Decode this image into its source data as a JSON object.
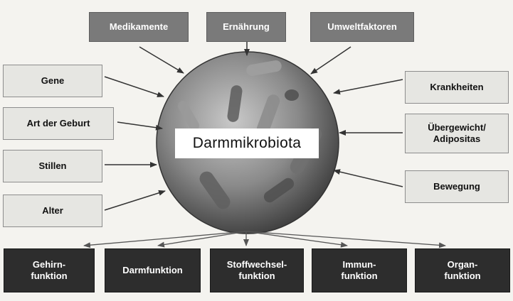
{
  "center": "Darmmikrobiota",
  "top_factors": [
    "Medikamente",
    "Ernährung",
    "Umweltfaktoren"
  ],
  "left_factors": [
    "Gene",
    "Art der Geburt",
    "Stillen",
    "Alter"
  ],
  "right_factors": [
    "Krankheiten",
    "Übergewicht/\nAdipositas",
    "Bewegung"
  ],
  "outcomes": [
    "Gehirn-\nfunktion",
    "Darmfunktion",
    "Stoffwechsel-\nfunktion",
    "Immun-\nfunktion",
    "Organ-\nfunktion"
  ],
  "colors": {
    "top_box": "#7a7a7a",
    "side_box": "#e6e6e2",
    "outcome_box": "#2d2d2d",
    "arrow": "#333333",
    "circle": "#6f6f6f"
  }
}
